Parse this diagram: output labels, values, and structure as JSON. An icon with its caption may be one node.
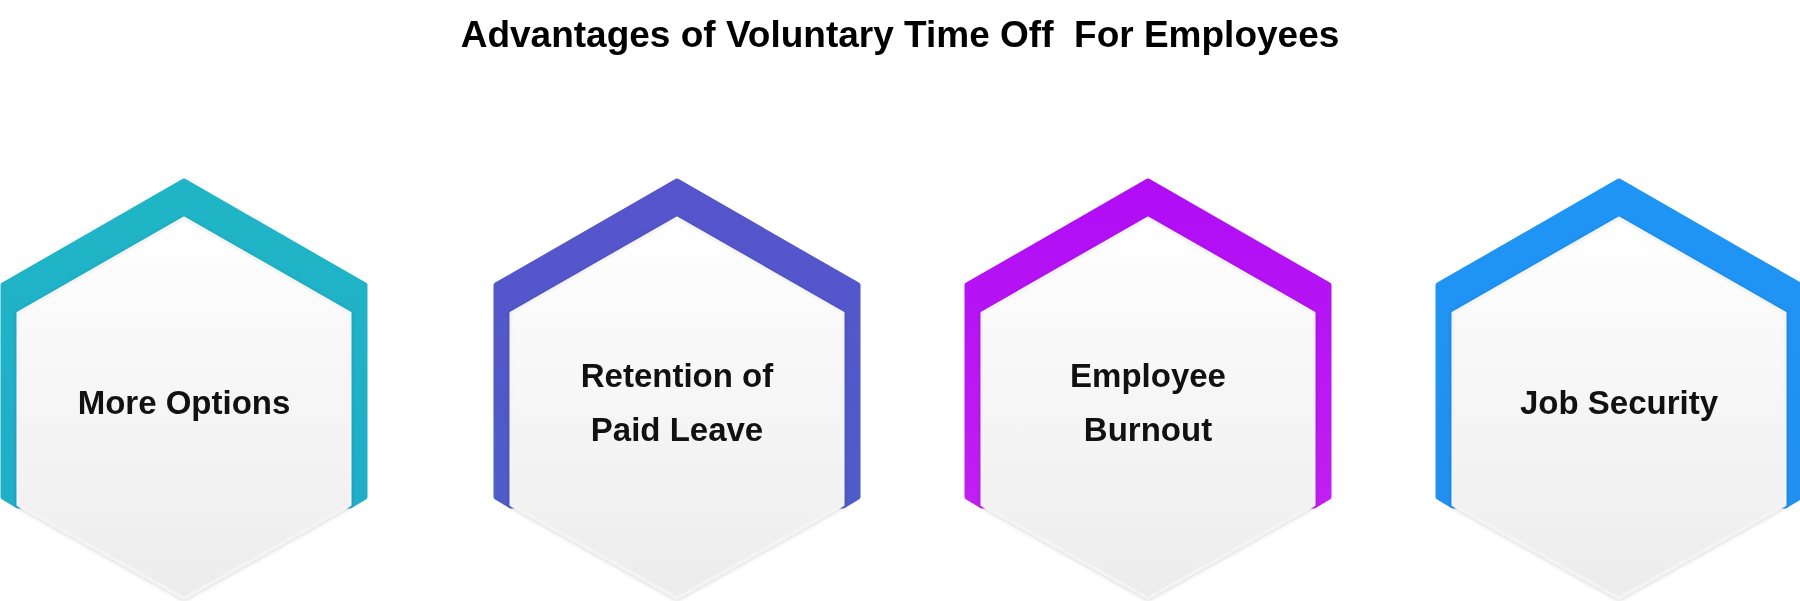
{
  "diagram": {
    "title": "Advantages of Voluntary Time Off  For Employees",
    "nodes": [
      {
        "text": [
          "More Options"
        ]
      },
      {
        "text": [
          "Retention of Paid Leave"
        ]
      },
      {
        "text": [
          "Employee Burnout"
        ]
      },
      {
        "text": [
          "Job Security"
        ]
      }
    ]
  }
}
